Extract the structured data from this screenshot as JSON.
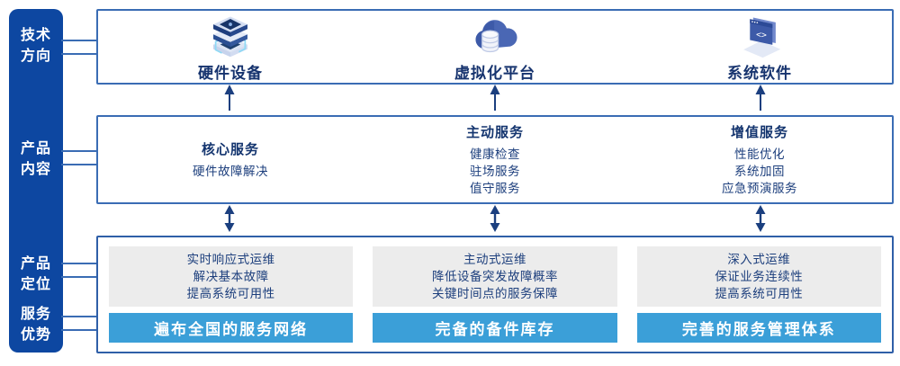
{
  "colors": {
    "sidebar_blue": "#0d47a1",
    "panel_border_blue": "#3a6cb4",
    "bottom_border_blue": "#2f5fa8",
    "title_navy": "#16336e",
    "text_navy": "#1d3f7d",
    "gray_panel": "#ececec",
    "bar_blue": "#3b9fd8",
    "arrow_navy": "#1b3f7f"
  },
  "sidebar": {
    "labels": [
      "技术方向",
      "产品内容",
      "产品定位",
      "服务优势"
    ]
  },
  "tech_row": {
    "items": [
      {
        "label": "硬件设备",
        "icon": "server-stack-icon"
      },
      {
        "label": "虚拟化平台",
        "icon": "cloud-database-icon"
      },
      {
        "label": "系统软件",
        "icon": "code-window-icon"
      }
    ]
  },
  "content_row": {
    "columns": [
      {
        "title": "核心服务",
        "items": [
          "硬件故障解决"
        ]
      },
      {
        "title": "主动服务",
        "items": [
          "健康检查",
          "驻场服务",
          "值守服务"
        ]
      },
      {
        "title": "增值服务",
        "items": [
          "性能优化",
          "系统加固",
          "应急预演服务"
        ]
      }
    ]
  },
  "bottom_row": {
    "columns": [
      {
        "positioning": [
          "实时响应式运维",
          "解决基本故障",
          "提高系统可用性"
        ],
        "advantage": "遍布全国的服务网络"
      },
      {
        "positioning": [
          "主动式运维",
          "降低设备突发故障概率",
          "关键时间点的服务保障"
        ],
        "advantage": "完备的备件库存"
      },
      {
        "positioning": [
          "深入式运维",
          "保证业务连续性",
          "提高系统可用性"
        ],
        "advantage": "完善的服务管理体系"
      }
    ]
  }
}
